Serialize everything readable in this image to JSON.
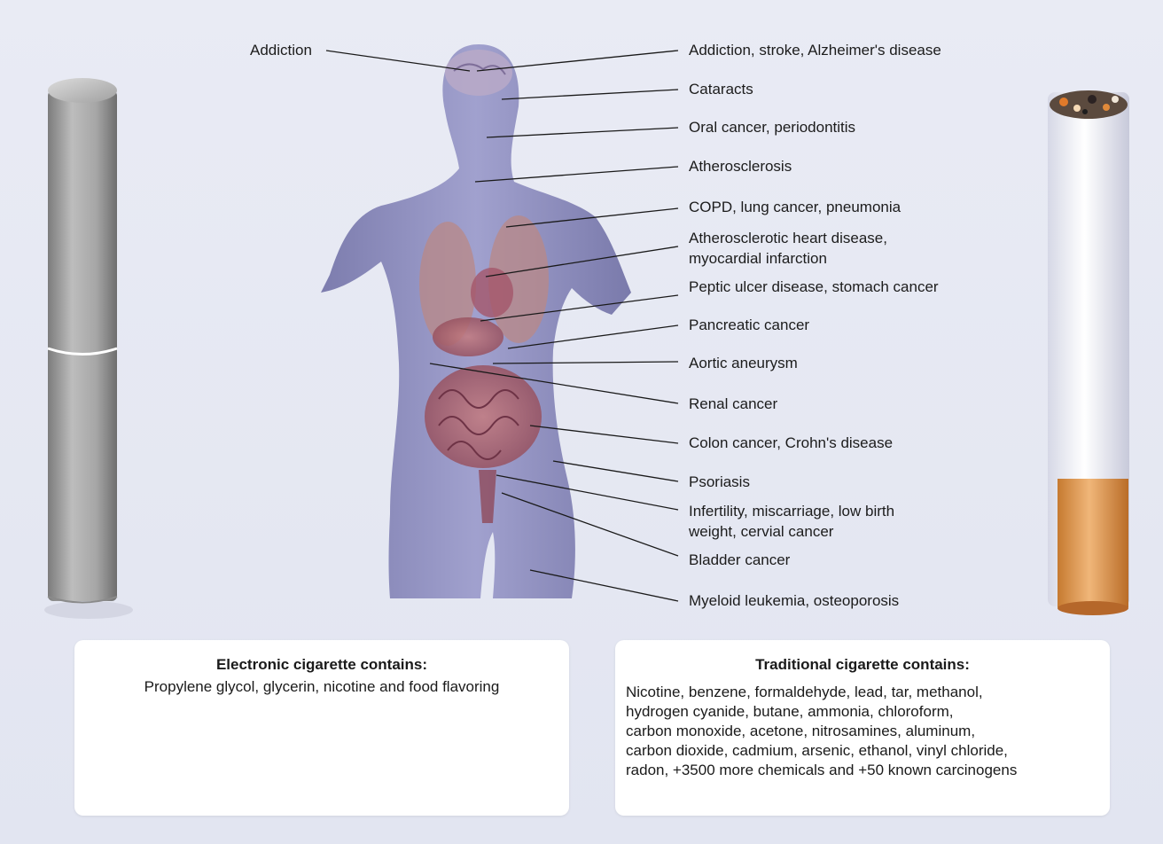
{
  "left_label": "Addiction",
  "labels": [
    "Addiction, stroke, Alzheimer's disease",
    "Cataracts",
    "Oral cancer, periodontitis",
    "Atherosclerosis",
    "COPD, lung cancer, pneumonia",
    "Atherosclerotic heart disease,",
    "myocardial infarction",
    "Peptic ulcer disease, stomach cancer",
    "Pancreatic cancer",
    "Aortic aneurysm",
    "Renal cancer",
    "Colon cancer, Crohn's disease",
    "Psoriasis",
    "Infertility, miscarriage, low birth",
    "weight, cervial cancer",
    "Bladder cancer",
    "Myeloid leukemia, osteoporosis"
  ],
  "ecig_box": {
    "title": "Electronic cigarette contains:",
    "body": "Propylene glycol, glycerin, nicotine and food flavoring"
  },
  "trad_box": {
    "title": "Traditional cigarette contains:",
    "lines": [
      "Nicotine, benzene, formaldehyde, lead, tar, methanol,",
      "hydrogen cyanide, butane, ammonia, chloroform,",
      "carbon monoxide, acetone, nitrosamines, aluminum,",
      "carbon dioxide, cadmium, arsenic, ethanol, vinyl chloride,",
      "radon, +3500 more chemicals and +50 known carcinogens"
    ]
  },
  "colors": {
    "background": "#e4e7f2",
    "body_fill": "#8e8ec0",
    "organ_fill": "#b0686e",
    "ecig_fill": "#a9a9a9",
    "filter_fill": "#d9893a"
  }
}
